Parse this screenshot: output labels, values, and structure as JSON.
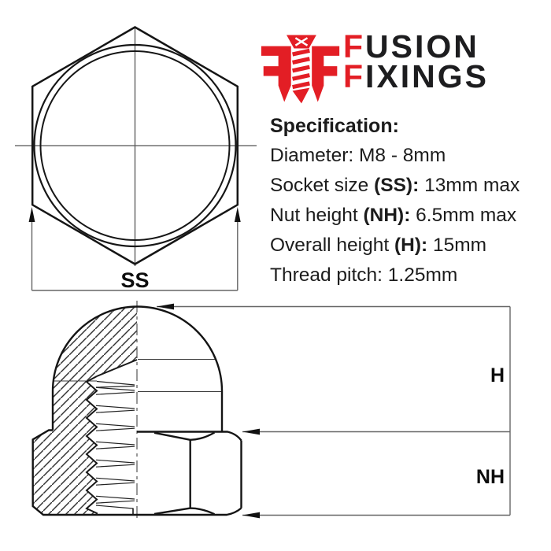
{
  "brand": {
    "word1_initial": "F",
    "word1_rest": "USION",
    "word2_initial": "F",
    "word2_rest": "IXINGS"
  },
  "spec": {
    "heading": "Specification:",
    "items": [
      {
        "pre": "Diameter: M8 - 8mm",
        "bold": "",
        "post": ""
      },
      {
        "pre": "Socket size ",
        "bold": "(SS):",
        "post": " 13mm max"
      },
      {
        "pre": "Nut height ",
        "bold": "(NH):",
        "post": " 6.5mm max"
      },
      {
        "pre": "Overall height ",
        "bold": "(H):",
        "post": " 15mm"
      },
      {
        "pre": "Thread pitch: 1.25mm",
        "bold": "",
        "post": ""
      }
    ]
  },
  "top_view": {
    "dim_label": "SS"
  },
  "side_view": {
    "overall_height_label": "H",
    "nut_height_label": "NH"
  },
  "colors": {
    "accent_red": "#e31e25",
    "ink": "#1a1a1a"
  }
}
